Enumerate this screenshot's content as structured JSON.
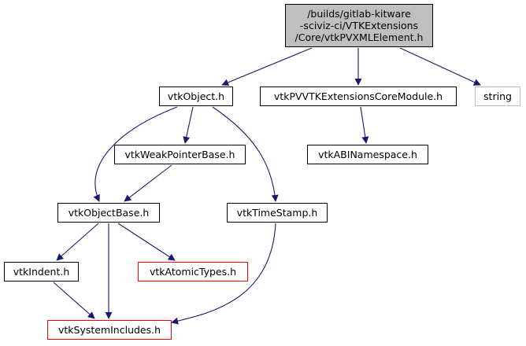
{
  "diagram": {
    "edge_color": "#191970",
    "nodes": {
      "root": {
        "lines": [
          "/builds/gitlab-kitware",
          "-sciviz-ci/VTKExtensions",
          "/Core/vtkPVXMLElement.h"
        ],
        "fill": "#bfbfbf",
        "border": "#000000"
      },
      "vtkObject": {
        "label": "vtkObject.h",
        "border": "#000000"
      },
      "vtkPVVTKExtensionsCoreModule": {
        "label": "vtkPVVTKExtensionsCoreModule.h",
        "border": "#000000"
      },
      "string": {
        "label": "string",
        "border": "#bfbfbf"
      },
      "vtkWeakPointerBase": {
        "label": "vtkWeakPointerBase.h",
        "border": "#000000"
      },
      "vtkABINamespace": {
        "label": "vtkABINamespace.h",
        "border": "#000000"
      },
      "vtkObjectBase": {
        "label": "vtkObjectBase.h",
        "border": "#000000"
      },
      "vtkTimeStamp": {
        "label": "vtkTimeStamp.h",
        "border": "#000000"
      },
      "vtkIndent": {
        "label": "vtkIndent.h",
        "border": "#000000"
      },
      "vtkAtomicTypes": {
        "label": "vtkAtomicTypes.h",
        "border": "#ff0000"
      },
      "vtkSystemIncludes": {
        "label": "vtkSystemIncludes.h",
        "border": "#ff0000"
      }
    },
    "edges": [
      [
        "root",
        "vtkObject"
      ],
      [
        "root",
        "vtkPVVTKExtensionsCoreModule"
      ],
      [
        "root",
        "string"
      ],
      [
        "vtkObject",
        "vtkWeakPointerBase"
      ],
      [
        "vtkObject",
        "vtkObjectBase"
      ],
      [
        "vtkObject",
        "vtkTimeStamp"
      ],
      [
        "vtkPVVTKExtensionsCoreModule",
        "vtkABINamespace"
      ],
      [
        "vtkWeakPointerBase",
        "vtkObjectBase"
      ],
      [
        "vtkObjectBase",
        "vtkIndent"
      ],
      [
        "vtkObjectBase",
        "vtkAtomicTypes"
      ],
      [
        "vtkObjectBase",
        "vtkSystemIncludes"
      ],
      [
        "vtkIndent",
        "vtkSystemIncludes"
      ],
      [
        "vtkTimeStamp",
        "vtkSystemIncludes"
      ]
    ]
  }
}
